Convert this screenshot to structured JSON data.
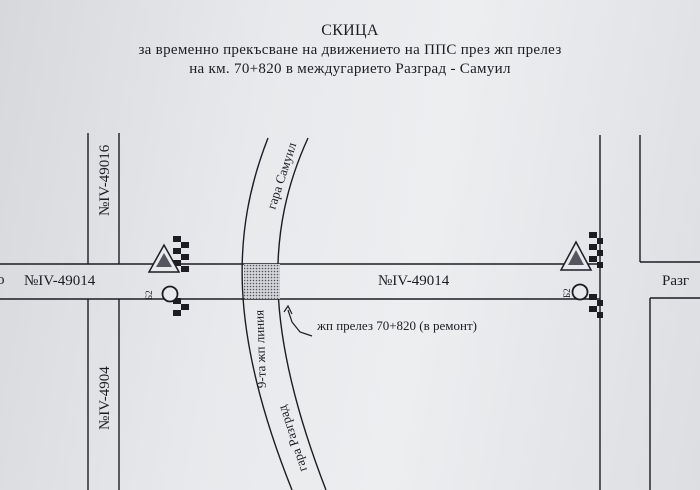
{
  "header": {
    "title": "СКИЦА",
    "line1": "за временно прекъсване на движението на ППС през жп прелез",
    "line2": "на км. 70+820 в междугарието Разград - Самуил"
  },
  "labels": {
    "road_main_left": "№IV-49014",
    "road_main_center": "№IV-49014",
    "road_north": "№IV-49016",
    "road_south": "№IV-4904",
    "station_samuil": "гара Самуил",
    "rail_line": "9-та жп линия",
    "station_razgrad": "гара Разград",
    "crossing": "жп прелез 70+820 (в ремонт)",
    "right_edge": "Разг",
    "left_edge_fragment": "о",
    "sign_code_left": "Б2",
    "sign_code_right": "Б2"
  },
  "colors": {
    "ink": "#1c1c22",
    "paper": "#e8e9ec",
    "hatch": "#555560"
  }
}
